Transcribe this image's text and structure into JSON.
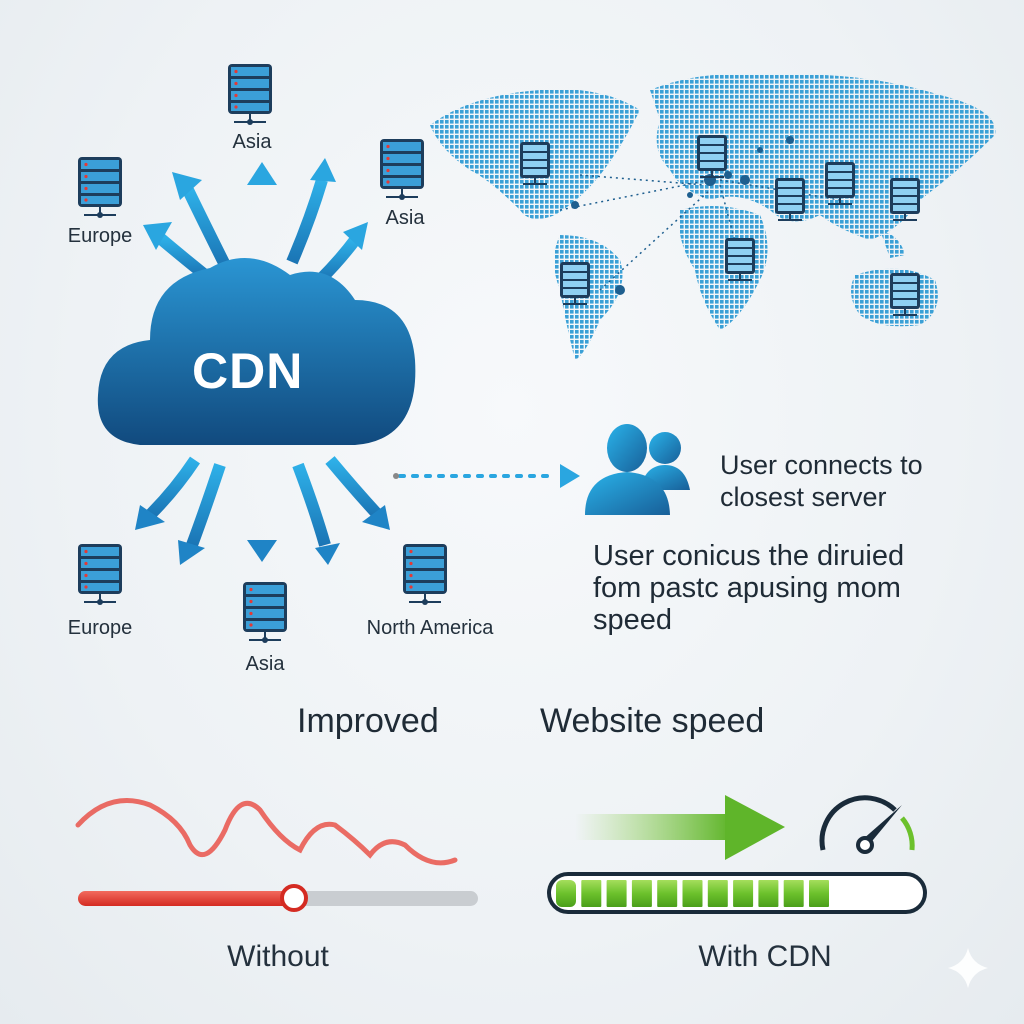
{
  "cloud": {
    "label": "CDN"
  },
  "servers": {
    "top": [
      {
        "label": "Asia"
      },
      {
        "label": "Europe"
      },
      {
        "label": "Asia"
      }
    ],
    "bottom": [
      {
        "label": "Europe"
      },
      {
        "label": "Asia"
      },
      {
        "label": "North America"
      }
    ]
  },
  "user_panel": {
    "caption_line1": "User connects to",
    "caption_line2": "closest server",
    "desc_line1": "User conicus the diruied",
    "desc_line2": "fom pastc apusing mom",
    "desc_line3": "speed"
  },
  "heading": {
    "left": "Improved",
    "right": "Website speed"
  },
  "comparison": {
    "without": {
      "label": "Without",
      "progress": 0.54,
      "color": "#e53935"
    },
    "with_cdn": {
      "label": "With CDN",
      "progress": 0.73,
      "segments": 11,
      "color": "#6cc12c"
    }
  },
  "colors": {
    "primary": "#1e7fc0",
    "dark": "#124a7a",
    "accent": "#29aee6"
  }
}
